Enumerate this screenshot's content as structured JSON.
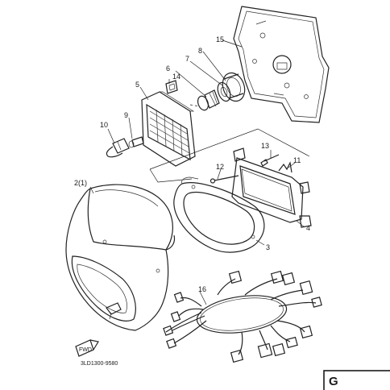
{
  "labels": {
    "p2": "2(1)",
    "p3": "3",
    "p4": "4",
    "p5": "5",
    "p6": "6",
    "p7": "7",
    "p8": "8",
    "p9": "9",
    "p10": "10",
    "p11": "11",
    "p12": "12",
    "p13": "13",
    "p14": "14",
    "p15": "15",
    "p16": "16"
  },
  "drawing_code": "3LD1300-9580",
  "page_marker": "G",
  "fwd_arrow_text": "FWD"
}
